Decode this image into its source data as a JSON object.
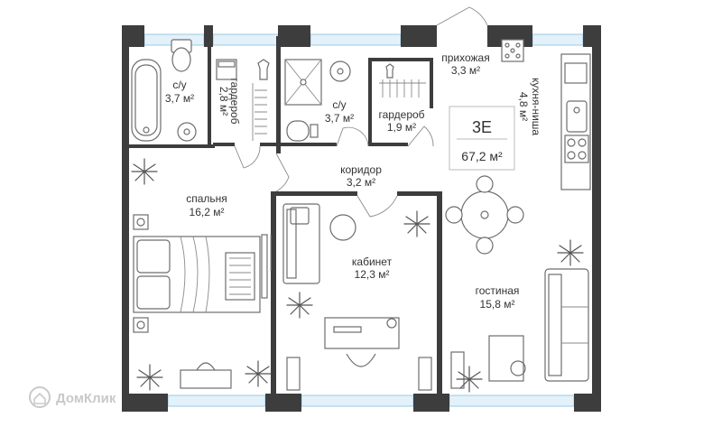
{
  "apartment": {
    "type": "3Е",
    "area": "67,2 м²"
  },
  "rooms": {
    "bath1": {
      "name": "с/у",
      "area": "3,7 м²"
    },
    "wardrobe1": {
      "name": "гардероб",
      "area": "2,8 м²"
    },
    "bath2": {
      "name": "с/у",
      "area": "3,7 м²"
    },
    "wardrobe2": {
      "name": "гардероб",
      "area": "1,9 м²"
    },
    "hall": {
      "name": "прихожая",
      "area": "3,3 м²"
    },
    "kitchen": {
      "name": "кухня-ниша",
      "area": "4,8 м²"
    },
    "corridor": {
      "name": "коридор",
      "area": "3,2 м²"
    },
    "bedroom": {
      "name": "спальня",
      "area": "16,2 м²"
    },
    "study": {
      "name": "кабинет",
      "area": "12,3 м²"
    },
    "living": {
      "name": "гостиная",
      "area": "15,8 м²"
    }
  },
  "watermark": {
    "text": "ДомКлик",
    "icon": "domclick-logo-icon"
  },
  "colors": {
    "wall": "#3d3d3d",
    "window": "#9cc9e3",
    "fixture": "#6d6d6d"
  }
}
